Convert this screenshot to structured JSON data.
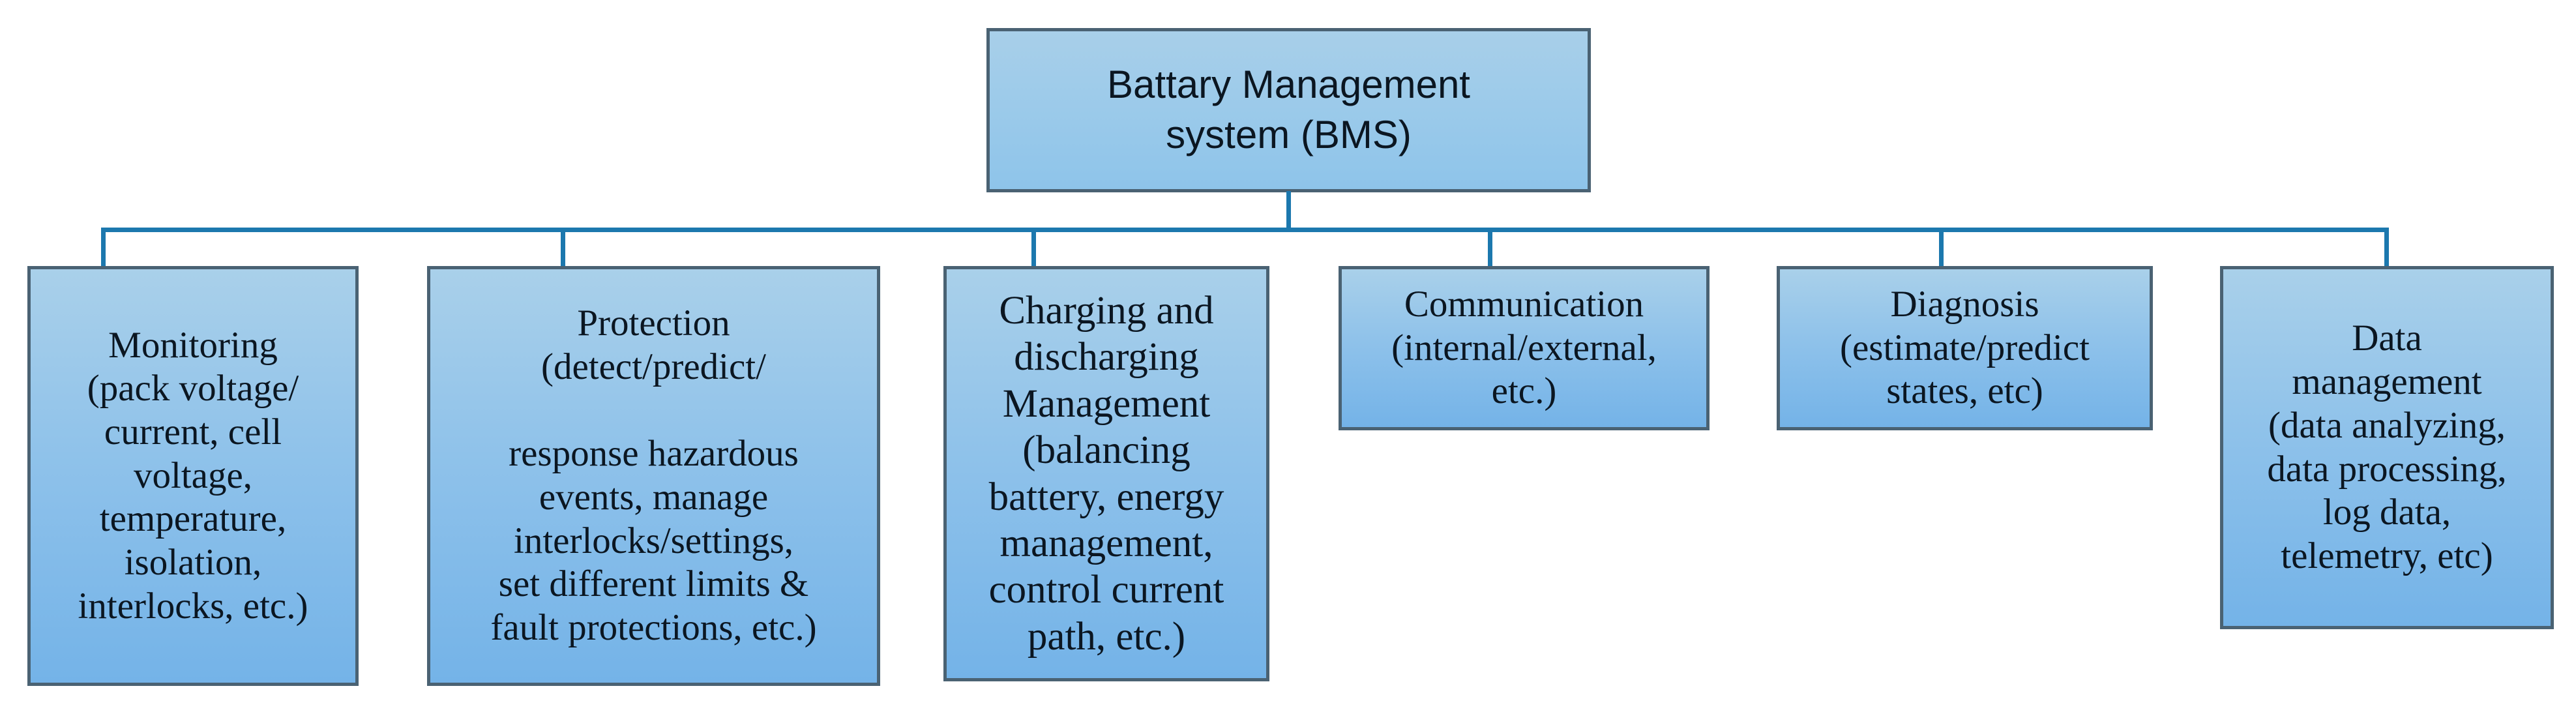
{
  "diagram": {
    "title_box": {
      "label": "Battary Management\nsystem (BMS)"
    },
    "accent_color": "#1c78ae",
    "box_fill_color": "#8fc2ea",
    "box_border_color": "#4a6273",
    "text_color": "#0b1621",
    "children": [
      {
        "id": "monitoring",
        "label": "Monitoring\n(pack voltage/\ncurrent, cell\nvoltage,\ntemperature,\nisolation,\ninterlocks, etc.)"
      },
      {
        "id": "protection",
        "label": "Protection\n(detect/predict/\n\nresponse hazardous\nevents, manage\ninterlocks/settings,\nset different limits &\nfault protections, etc.)"
      },
      {
        "id": "charging-discharging-management",
        "label": "Charging and\ndischarging\nManagement\n(balancing\nbattery, energy\nmanagement,\ncontrol current\npath, etc.)"
      },
      {
        "id": "communication",
        "label": "Communication\n(internal/external,\netc.)"
      },
      {
        "id": "diagnosis",
        "label": "Diagnosis\n(estimate/predict\nstates, etc)"
      },
      {
        "id": "data-management",
        "label": "Data\nmanagement\n(data analyzing,\ndata processing,\nlog data,\ntelemetry, etc)"
      }
    ]
  }
}
